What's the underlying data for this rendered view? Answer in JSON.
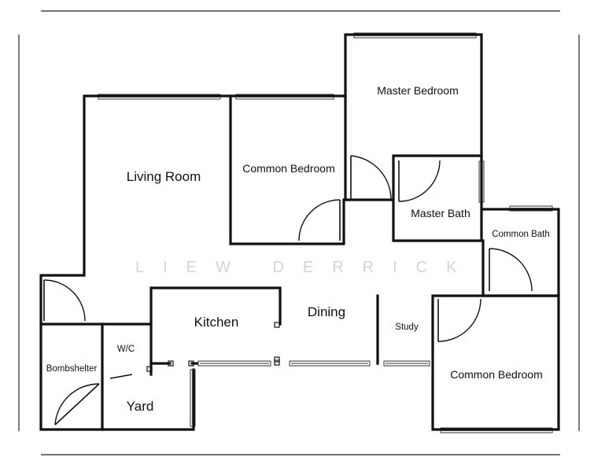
{
  "watermark": "LIEW DERRICK",
  "rooms": {
    "master_bedroom": "Master Bedroom",
    "common_bedroom_1": "Common Bedroom",
    "living_room": "Living Room",
    "master_bath": "Master Bath",
    "common_bath": "Common Bath",
    "kitchen": "Kitchen",
    "dining": "Dining",
    "study": "Study",
    "wc": "W/C",
    "bombshelter": "Bombshelter",
    "yard": "Yard",
    "common_bedroom_2": "Common Bedroom"
  }
}
